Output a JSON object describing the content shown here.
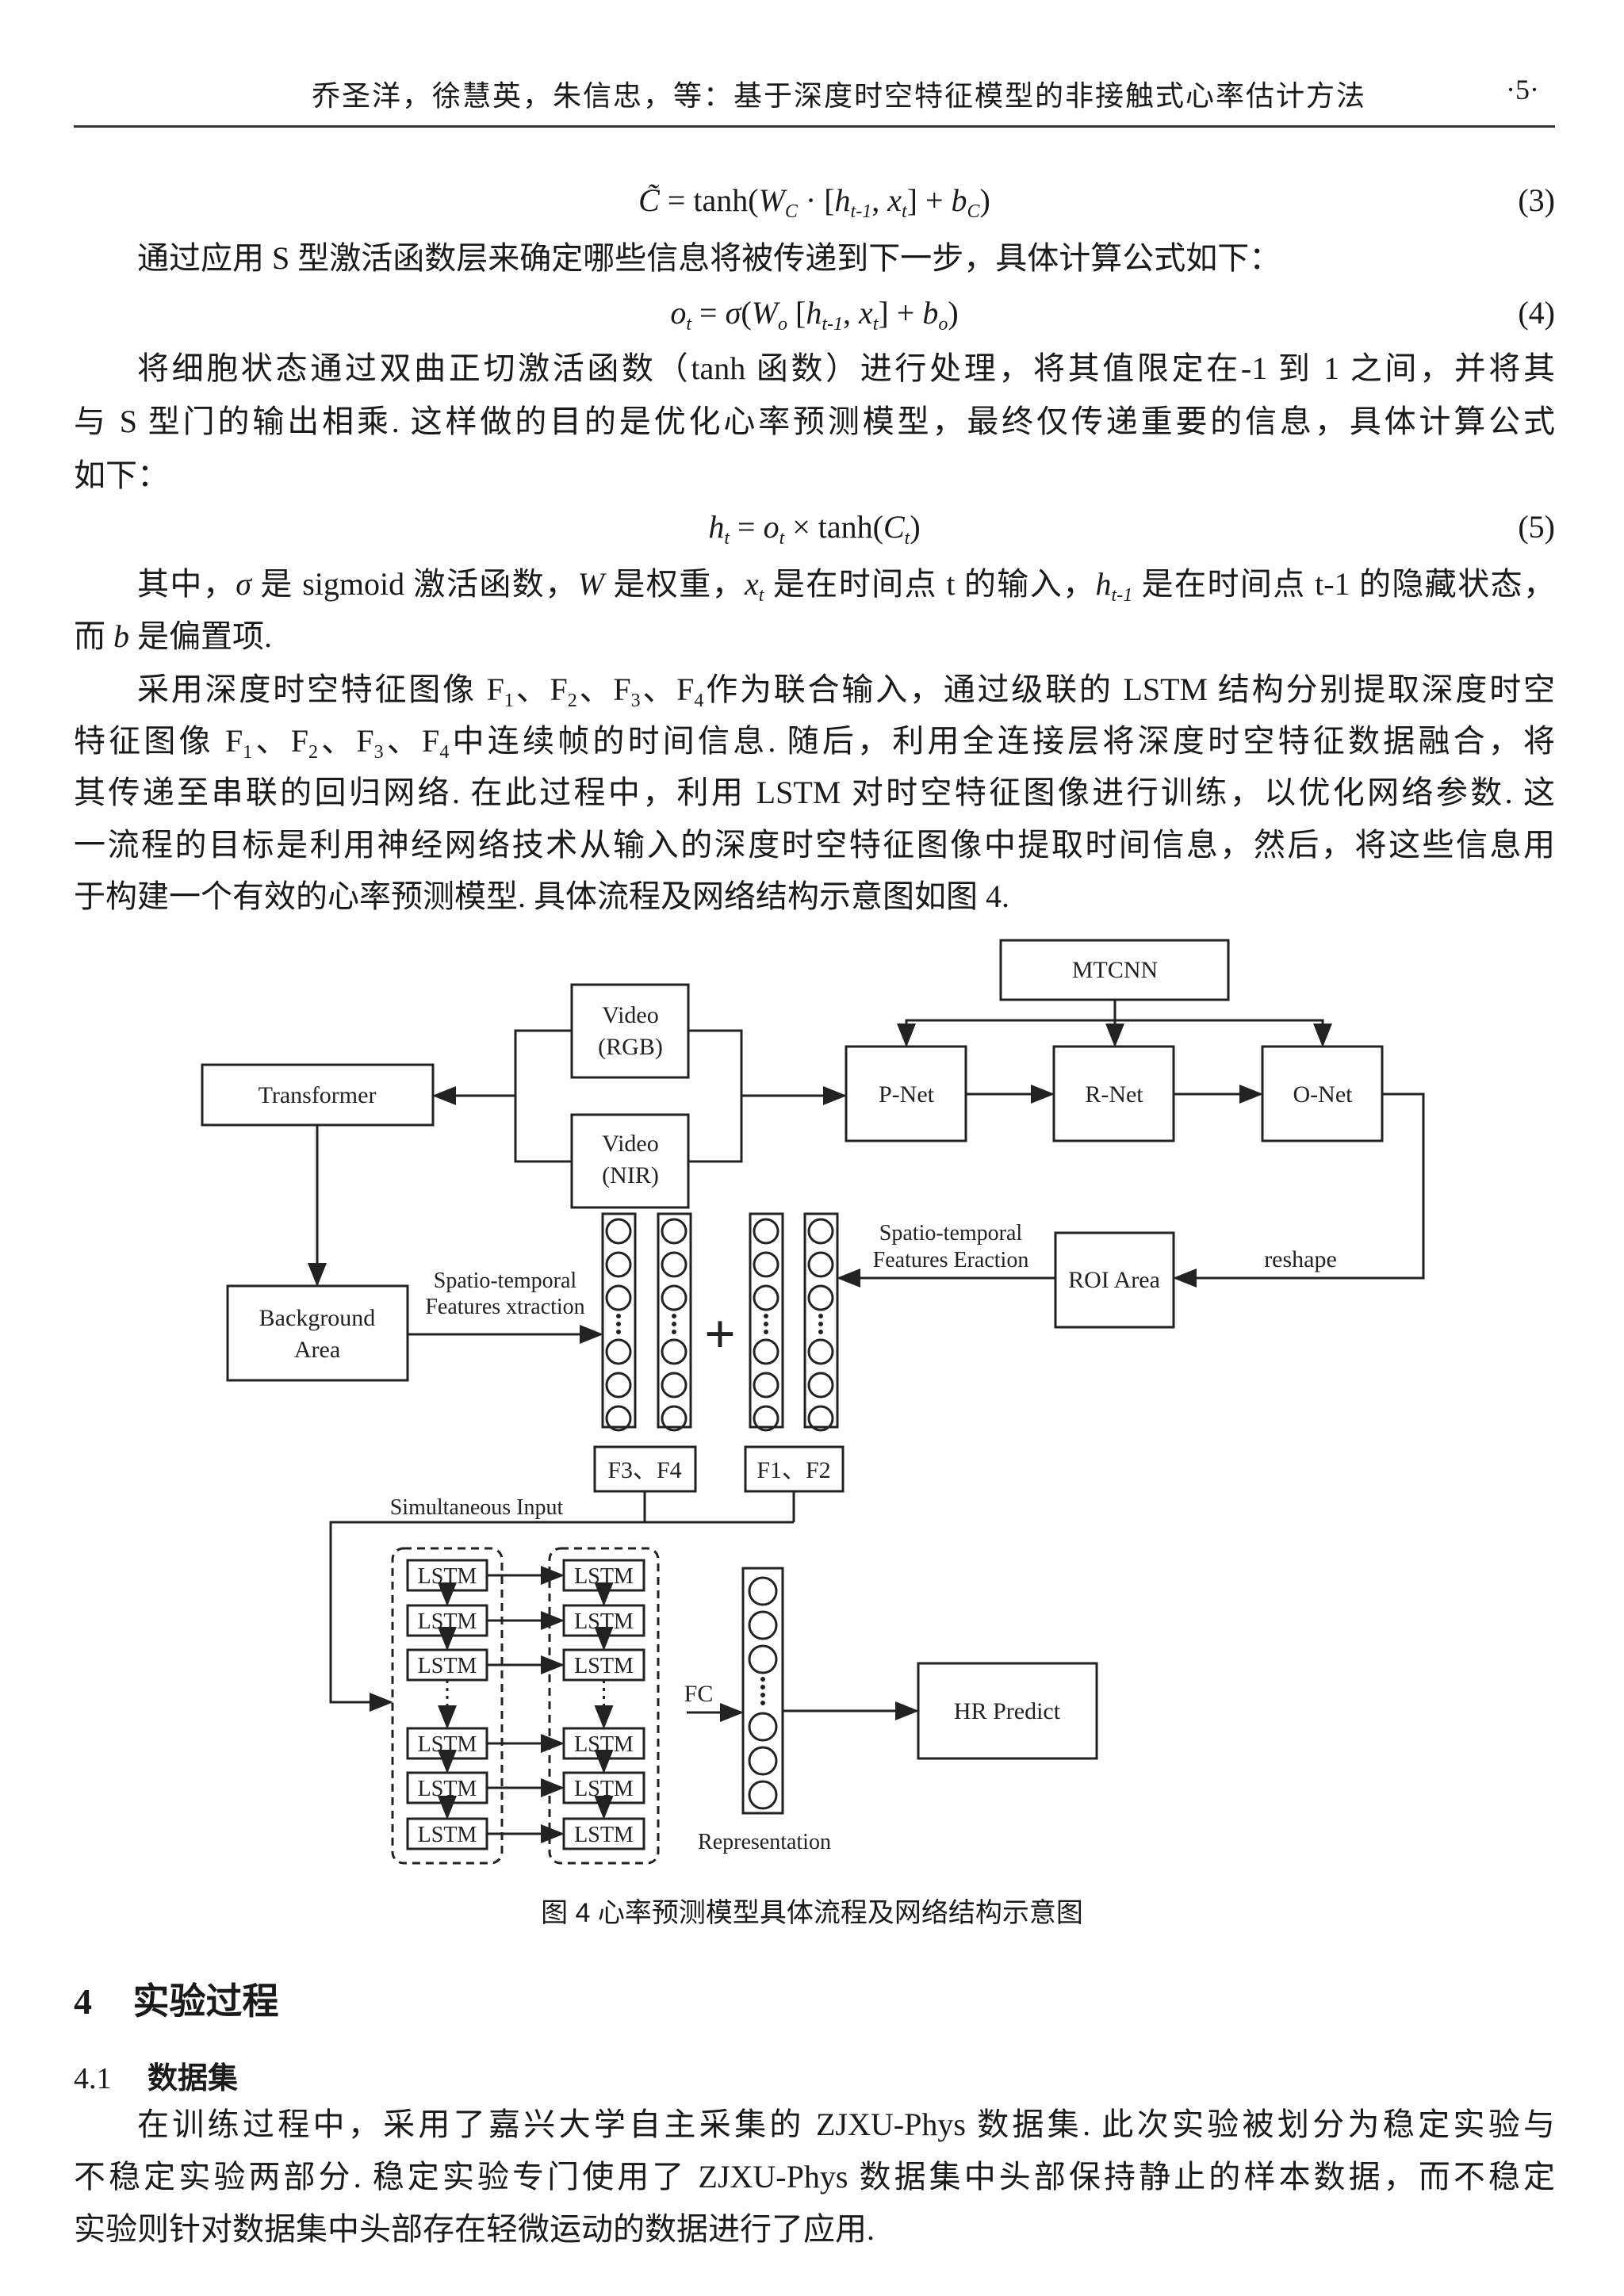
{
  "header": {
    "title": "乔圣洋，徐慧英，朱信忠，等：基于深度时空特征模型的非接触式心率估计方法",
    "page": "·5·"
  },
  "equations": [
    {
      "segments": [
        [
          "C̃",
          "i"
        ],
        [
          " = tanh("
        ],
        [
          "W",
          "i"
        ],
        [
          "C",
          "isub"
        ],
        [
          " · ["
        ],
        [
          "h",
          "i"
        ],
        [
          "t-1",
          "isub"
        ],
        [
          ",  "
        ],
        [
          "x",
          "i"
        ],
        [
          "t",
          "isub"
        ],
        [
          "] + "
        ],
        [
          "b",
          "i"
        ],
        [
          "C",
          "isub"
        ],
        [
          ")"
        ]
      ],
      "number": "(3)"
    },
    {
      "segments": [
        [
          "o",
          "i"
        ],
        [
          "t",
          "isub"
        ],
        [
          " = "
        ],
        [
          "σ",
          "i"
        ],
        [
          "("
        ],
        [
          "W",
          "i"
        ],
        [
          "o",
          "isub"
        ],
        [
          " ["
        ],
        [
          "h",
          "i"
        ],
        [
          "t-1",
          "isub"
        ],
        [
          ",  "
        ],
        [
          "x",
          "i"
        ],
        [
          "t",
          "isub"
        ],
        [
          "] + "
        ],
        [
          "b",
          "i"
        ],
        [
          "o",
          "isub"
        ],
        [
          ")"
        ]
      ],
      "number": "(4)"
    },
    {
      "segments": [
        [
          "h",
          "i"
        ],
        [
          "t",
          "isub"
        ],
        [
          " = "
        ],
        [
          "o",
          "i"
        ],
        [
          "t",
          "isub"
        ],
        [
          " × tanh("
        ],
        [
          "C",
          "i"
        ],
        [
          "t",
          "isub"
        ],
        [
          ")"
        ]
      ],
      "number": "(5)"
    }
  ],
  "lines": [
    {
      "segments": [
        [
          "通过应用 S 型激活函数层来确定哪些信息将被传递到下一步，具体计算公式如下："
        ]
      ],
      "indent": true,
      "justify": false
    },
    {
      "segments": [
        [
          "将细胞状态通过双曲正切激活函数（tanh 函数）进行处理，将其值限定在-1 到 1 之间，并将其"
        ]
      ],
      "indent": true,
      "justify": true
    },
    {
      "segments": [
        [
          "与 S 型门的输出相乘. 这样做的目的是优化心率预测模型，最终仅传递重要的信息，具体计算公式"
        ]
      ],
      "indent": false,
      "justify": true
    },
    {
      "segments": [
        [
          "如下："
        ]
      ],
      "indent": false,
      "justify": false
    },
    {
      "segments": [
        [
          "其中，"
        ],
        [
          "σ",
          "i"
        ],
        [
          " 是 sigmoid 激活函数，"
        ],
        [
          "W",
          "i"
        ],
        [
          " 是权重，"
        ],
        [
          "x",
          "i"
        ],
        [
          "t",
          "isub"
        ],
        [
          " 是在时间点 t 的输入，"
        ],
        [
          "h",
          "i"
        ],
        [
          "t-1",
          "isub"
        ],
        [
          " 是在时间点 t-1 的隐藏状态，"
        ]
      ],
      "indent": true,
      "justify": true
    },
    {
      "segments": [
        [
          "而 "
        ],
        [
          "b",
          "i"
        ],
        [
          " 是偏置项."
        ]
      ],
      "indent": false,
      "justify": false
    },
    {
      "segments": [
        [
          "采用深度时空特征图像 F"
        ],
        [
          "1",
          "sub"
        ],
        [
          "、F"
        ],
        [
          "2",
          "sub"
        ],
        [
          "、F"
        ],
        [
          "3",
          "sub"
        ],
        [
          "、F"
        ],
        [
          "4",
          "sub"
        ],
        [
          "作为联合输入，通过级联的 LSTM 结构分别提取深度时空"
        ]
      ],
      "indent": true,
      "justify": true
    },
    {
      "segments": [
        [
          "特征图像 F"
        ],
        [
          "1",
          "sub"
        ],
        [
          "、F"
        ],
        [
          "2",
          "sub"
        ],
        [
          "、F"
        ],
        [
          "3",
          "sub"
        ],
        [
          "、F"
        ],
        [
          "4",
          "sub"
        ],
        [
          "中连续帧的时间信息. 随后，利用全连接层将深度时空特征数据融合，将"
        ]
      ],
      "indent": false,
      "justify": true
    },
    {
      "segments": [
        [
          "其传递至串联的回归网络. 在此过程中，利用 LSTM 对时空特征图像进行训练，以优化网络参数. 这"
        ]
      ],
      "indent": false,
      "justify": true
    },
    {
      "segments": [
        [
          "一流程的目标是利用神经网络技术从输入的深度时空特征图像中提取时间信息，然后，将这些信息用"
        ]
      ],
      "indent": false,
      "justify": true
    },
    {
      "segments": [
        [
          "于构建一个有效的心率预测模型. 具体流程及网络结构示意图如图 4."
        ]
      ],
      "indent": false,
      "justify": false
    },
    {
      "segments": [
        [
          "在训练过程中，采用了嘉兴大学自主采集的 ZJXU-Phys 数据集. 此次实验被划分为稳定实验与"
        ]
      ],
      "indent": true,
      "justify": true
    },
    {
      "segments": [
        [
          "不稳定实验两部分. 稳定实验专门使用了 ZJXU-Phys 数据集中头部保持静止的样本数据，而不稳定"
        ]
      ],
      "indent": false,
      "justify": true
    },
    {
      "segments": [
        [
          "实验则针对数据集中头部存在轻微运动的数据进行了应用."
        ]
      ],
      "indent": false,
      "justify": false
    }
  ],
  "section": {
    "number": "4",
    "title": "实验过程"
  },
  "subsection": {
    "number": "4.1",
    "title": "数据集"
  },
  "figure": {
    "caption": "图 4    心率预测模型具体流程及网络结构示意图",
    "mtcnn": "MTCNN",
    "video_rgb": [
      "Video",
      "(RGB)"
    ],
    "video_nir": [
      "Video",
      "(NIR)"
    ],
    "transformer": "Transformer",
    "pnet": "P-Net",
    "rnet": "R-Net",
    "onet": "O-Net",
    "roi": "ROI Area",
    "reshape": "reshape",
    "background": [
      "Background",
      "Area"
    ],
    "feat_left": [
      "Spatio-temporal",
      "Features xtraction"
    ],
    "feat_right": [
      "Spatio-temporal",
      "Features Eraction"
    ],
    "plus": "+",
    "f34": "F3、F4",
    "f12": "F1、F2",
    "simultaneous": "Simultaneous Input",
    "lstm": "LSTM",
    "fc": "FC",
    "representation": "Representation",
    "hr": "HR Predict"
  }
}
